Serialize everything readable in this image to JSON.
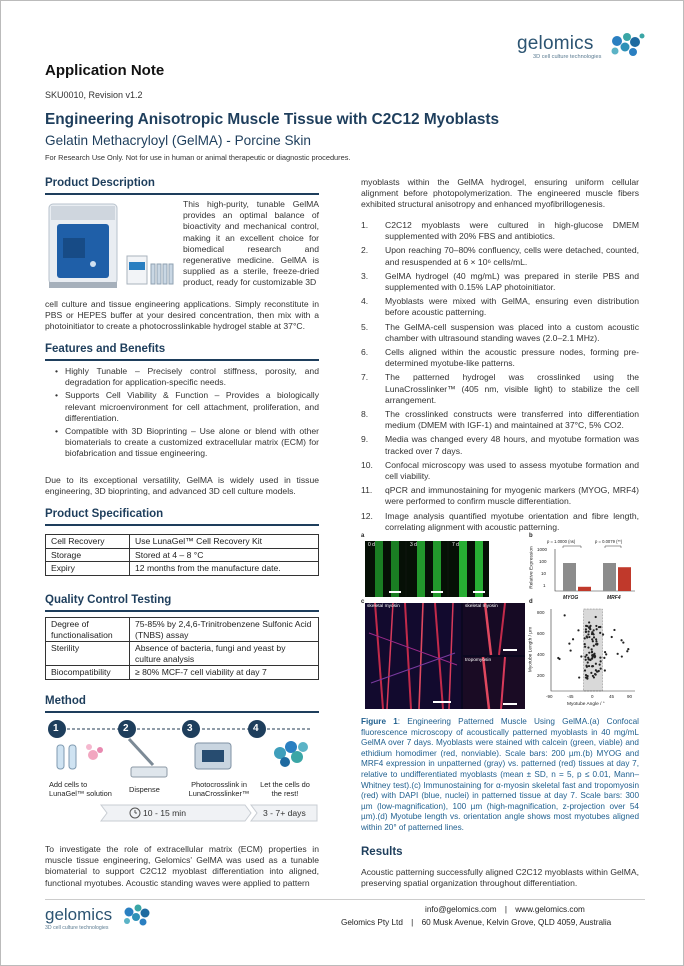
{
  "brand": {
    "name": "gelomics",
    "tagline": "3D cell culture technologies"
  },
  "header": {
    "doc_type": "Application Note",
    "sku": "SKU0010, Revision v1.2"
  },
  "title": {
    "main": "Engineering Anisotropic Muscle Tissue with C2C12 Myoblasts",
    "sub": "Gelatin Methacryloyl (GelMA) - Porcine Skin",
    "disclaimer": "For Research Use Only. Not for use in human or animal therapeutic or diagnostic procedures."
  },
  "product_description": {
    "heading": "Product Description",
    "text": "This high-purity, tunable GelMA provides an optimal balance of bioactivity and mechanical control, making it an excellent choice for biomedical research and regenerative medicine. GelMA is supplied as a sterile, freeze-dried product, ready for customizable 3D",
    "text_full": "cell culture and tissue engineering applications. Simply reconstitute in PBS or HEPES buffer at your desired concentration, then mix with a photoinitiator to create a photocrosslinkable hydrogel stable at 37°C."
  },
  "features": {
    "heading": "Features and Benefits",
    "items": [
      "Highly Tunable – Precisely control stiffness, porosity, and degradation for application-specific needs.",
      "Supports Cell Viability & Function – Provides a biologically relevant microenvironment for cell attachment, proliferation, and differentiation.",
      "Compatible with 3D Bioprinting – Use alone or blend with other biomaterials to create a customized extracellular matrix (ECM) for biofabrication and tissue engineering."
    ],
    "summary": "Due to its exceptional versatility, GelMA is widely used in tissue engineering, 3D bioprinting, and advanced 3D cell culture models."
  },
  "spec": {
    "heading": "Product Specification",
    "rows": [
      [
        "Cell Recovery",
        "Use LunaGel™ Cell Recovery Kit"
      ],
      [
        "Storage",
        "Stored at 4 – 8 °C"
      ],
      [
        "Expiry",
        "12 months from the manufacture date."
      ]
    ]
  },
  "qc": {
    "heading": "Quality Control Testing",
    "rows": [
      [
        "Degree of functionalisation",
        "75-85% by 2,4,6-Trinitrobenzene Sulfonic Acid (TNBS) assay"
      ],
      [
        "Sterility",
        "Absence of bacteria, fungi and yeast by culture analysis"
      ],
      [
        "Biocompatibility",
        "≥ 80% MCF-7 cell viability at day 7"
      ]
    ]
  },
  "method": {
    "heading": "Method",
    "steps": [
      {
        "num": "1",
        "label": "Add cells to LunaGel™ solution"
      },
      {
        "num": "2",
        "label": "Dispense"
      },
      {
        "num": "3",
        "label": "Photocrosslink in LunaCrosslinker™"
      },
      {
        "num": "4",
        "label": "Let the cells do the rest!"
      }
    ],
    "time1": "10 - 15 min",
    "time2": "3 - 7+ days"
  },
  "intro_text": "To investigate the role of extracellular matrix (ECM) properties in muscle tissue engineering, Gelomics' GelMA was used as a tunable biomaterial to support C2C12 myoblast differentiation into aligned, functional myotubes. Acoustic standing waves were applied to pattern",
  "right_intro": "myoblasts within the GelMA hydrogel, ensuring uniform cellular alignment before photopolymerization. The engineered muscle fibers exhibited structural anisotropy and enhanced myofibrillogenesis.",
  "protocol": [
    {
      "n": "1.",
      "t": "C2C12 myoblasts were cultured in high-glucose DMEM supplemented with 20% FBS and antibiotics."
    },
    {
      "n": "2.",
      "t": "Upon reaching 70–80% confluency, cells were detached, counted, and resuspended at 6 × 10⁶ cells/mL."
    },
    {
      "n": "3.",
      "t": "GelMA hydrogel (40 mg/mL) was prepared in sterile PBS and supplemented with 0.15% LAP photoinitiator."
    },
    {
      "n": "4.",
      "t": "Myoblasts were mixed with GelMA, ensuring even distribution before acoustic patterning."
    },
    {
      "n": "5.",
      "t": "The GelMA-cell suspension was placed into a custom acoustic chamber with ultrasound standing waves (2.0–2.1 MHz)."
    },
    {
      "n": "6.",
      "t": "Cells aligned within the acoustic pressure nodes, forming pre-determined myotube-like patterns."
    },
    {
      "n": "7.",
      "t": "The patterned hydrogel was crosslinked using the LunaCrosslinker™ (405 nm, visible light) to stabilize the cell arrangement."
    },
    {
      "n": "8.",
      "t": "The crosslinked constructs were transferred into differentiation medium (DMEM with IGF-1) and maintained at 37°C, 5% CO2."
    },
    {
      "n": "9.",
      "t": "Media was changed every 48 hours, and myotube formation was tracked over 7 days."
    },
    {
      "n": "10.",
      "t": "Confocal microscopy was used to assess myotube formation and cell viability."
    },
    {
      "n": "11.",
      "t": "qPCR and immunostaining for myogenic markers (MYOG, MRF4) were performed to confirm muscle differentiation."
    },
    {
      "n": "12.",
      "t": "Image analysis quantified myotube orientation and fibre length, correlating alignment with acoustic patterning."
    }
  ],
  "figure": {
    "panel_a": "a",
    "panel_b": "b",
    "panel_c": "c",
    "panel_d": "d",
    "days": [
      "0 d",
      "3 d",
      "7 d"
    ],
    "c_labels": [
      "skeletal myosin",
      "skeletal myosin",
      "tropomyosin"
    ],
    "b_pvals": [
      "p = 1.0000 (ns)",
      "p = 0.0079 (**)"
    ],
    "b_ylabel": "Relative Expression",
    "b_yticks": [
      "1000",
      "100",
      "10",
      "1"
    ],
    "b_cats": [
      "MYOG",
      "MRF4"
    ],
    "d_ylabel": "Myotube Length / µm",
    "d_xlabel": "Myotube Angle / °",
    "d_yticks": [
      "800",
      "600",
      "400",
      "200"
    ],
    "d_xticks": [
      "-90",
      "-45",
      "0",
      "45",
      "90"
    ]
  },
  "chart_data": [
    {
      "type": "bar",
      "panel": "b",
      "categories": [
        "MYOG",
        "MRF4"
      ],
      "series": [
        {
          "values": [
            100,
            100
          ]
        },
        {
          "values": [
            2,
            50
          ]
        }
      ],
      "ylabel": "Relative Expression",
      "yscale": "log",
      "ylim": [
        1,
        1000
      ]
    },
    {
      "type": "scatter",
      "panel": "d",
      "xlabel": "Myotube Angle / °",
      "ylabel": "Myotube Length / µm",
      "xlim": [
        -90,
        90
      ],
      "ylim": [
        0,
        800
      ]
    }
  ],
  "caption": {
    "label": "Figure 1",
    "text": ": Engineering Patterned Muscle Using GelMA.(a) Confocal fluorescence microscopy of acoustically patterned myoblasts in 40 mg/mL GelMA over 7 days. Myoblasts were stained with calcein (green, viable) and ethidium homodimer (red, nonviable). Scale bars: 200 µm.(b) MYOG and MRF4 expression in unpatterned (gray) vs. patterned (red) tissues at day 7, relative to undifferentiated myoblasts (mean ± SD, n = 5, p ≤ 0.01, Mann–Whitney test).(c) Immunostaining for α-myosin skeletal fast and tropomyosin (red) with DAPI (blue, nuclei) in patterned tissue at day 7. Scale bars: 300 µm (low-magnification), 100 µm (high-magnification, z-projection over 54 µm).(d) Myotube length vs. orientation angle shows most myotubes aligned within 20° of patterned lines."
  },
  "results": {
    "heading": "Results",
    "text": "Acoustic patterning successfully aligned C2C12 myoblasts within GelMA, preserving spatial organization throughout differentiation."
  },
  "footer": {
    "email": "info@gelomics.com",
    "sep1": "|",
    "web": "www.gelomics.com",
    "company": "Gelomics Pty Ltd",
    "sep2": "|",
    "address": "60 Musk Avenue, Kelvin Grove, QLD 4059, Australia"
  },
  "colors": {
    "heading": "#1e3e5c",
    "accent_blue": "#2a7fc1",
    "teal": "#3aa6a6"
  }
}
